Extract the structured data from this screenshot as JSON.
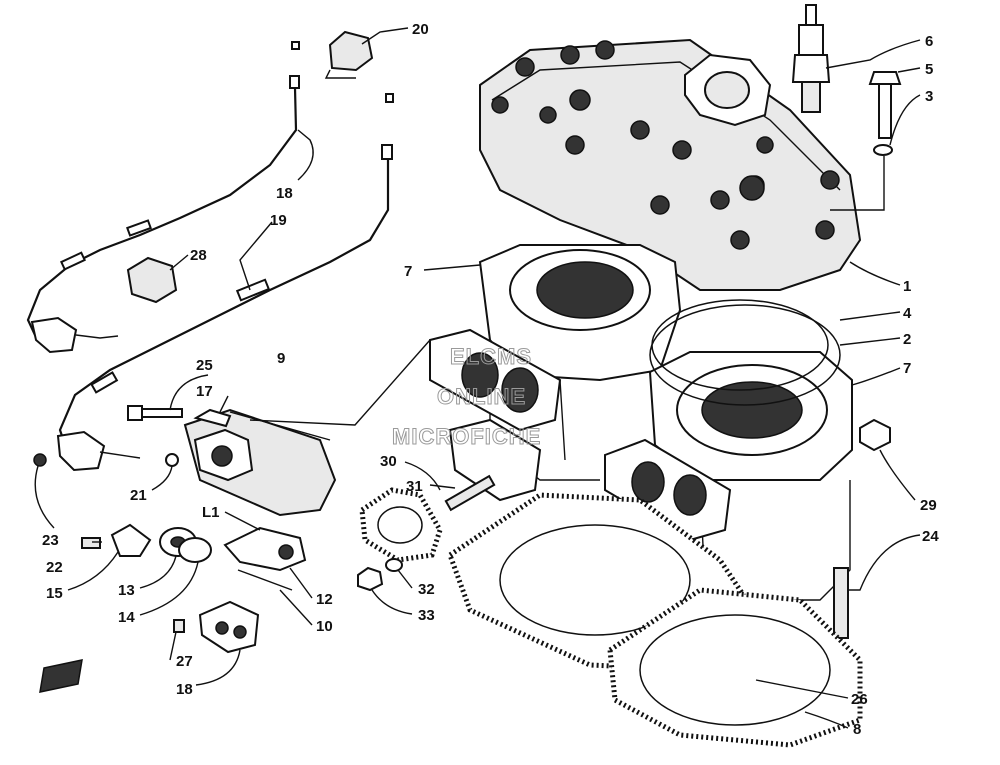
{
  "diagram": {
    "watermark": [
      "ELCMS",
      "ONLINE",
      "MICROFICHE"
    ],
    "callouts": [
      {
        "id": "c20",
        "label": "20"
      },
      {
        "id": "c6",
        "label": "6"
      },
      {
        "id": "c5",
        "label": "5"
      },
      {
        "id": "c3",
        "label": "3"
      },
      {
        "id": "c18a",
        "label": "18"
      },
      {
        "id": "c19",
        "label": "19"
      },
      {
        "id": "c28a",
        "label": "28"
      },
      {
        "id": "c7a",
        "label": "7"
      },
      {
        "id": "c1",
        "label": "1"
      },
      {
        "id": "c4",
        "label": "4"
      },
      {
        "id": "c2",
        "label": "2"
      },
      {
        "id": "c7b",
        "label": "7"
      },
      {
        "id": "c9",
        "label": "9"
      },
      {
        "id": "c25",
        "label": "25"
      },
      {
        "id": "c17",
        "label": "17"
      },
      {
        "id": "c30",
        "label": "30"
      },
      {
        "id": "c31",
        "label": "31"
      },
      {
        "id": "c29",
        "label": "29"
      },
      {
        "id": "c21",
        "label": "21"
      },
      {
        "id": "cL1",
        "label": "L1"
      },
      {
        "id": "c24",
        "label": "24"
      },
      {
        "id": "c23",
        "label": "23"
      },
      {
        "id": "c22",
        "label": "22"
      },
      {
        "id": "c15",
        "label": "15"
      },
      {
        "id": "c13",
        "label": "13"
      },
      {
        "id": "c14",
        "label": "14"
      },
      {
        "id": "c12",
        "label": "12"
      },
      {
        "id": "c10",
        "label": "10"
      },
      {
        "id": "c32",
        "label": "32"
      },
      {
        "id": "c33",
        "label": "33"
      },
      {
        "id": "c27",
        "label": "27"
      },
      {
        "id": "c18b",
        "label": "18"
      },
      {
        "id": "c26",
        "label": "26"
      },
      {
        "id": "c8",
        "label": "8"
      }
    ]
  }
}
